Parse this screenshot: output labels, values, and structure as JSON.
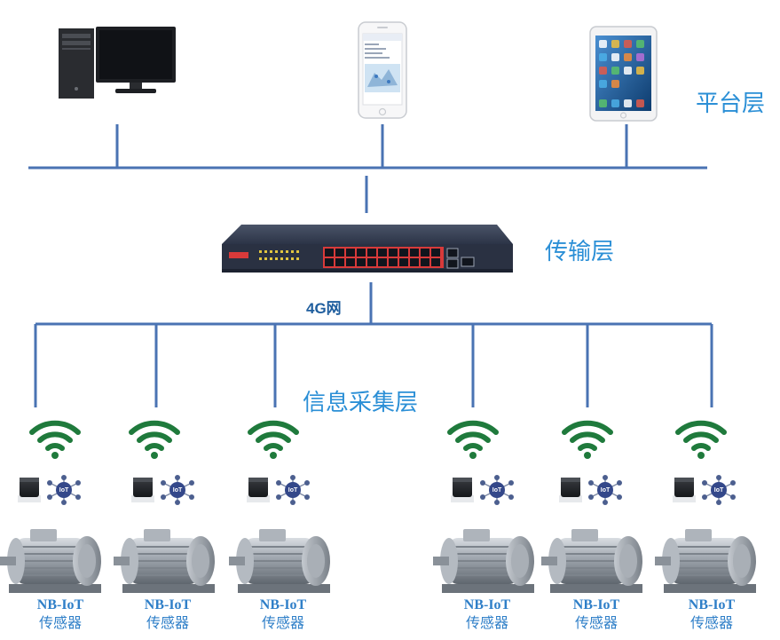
{
  "layers": {
    "platform": "平台层",
    "transport": "传输层",
    "collection": "信息采集层"
  },
  "network": {
    "label": "4G网"
  },
  "sensors": [
    {
      "line1": "NB-IoT",
      "line2": "传感器"
    },
    {
      "line1": "NB-IoT",
      "line2": "传感器"
    },
    {
      "line1": "NB-IoT",
      "line2": "传感器"
    },
    {
      "line1": "NB-IoT",
      "line2": "传感器"
    },
    {
      "line1": "NB-IoT",
      "line2": "传感器"
    },
    {
      "line1": "NB-IoT",
      "line2": "传感器"
    }
  ],
  "iot_badge": "IoT",
  "colors": {
    "line": "#4a73b3",
    "label": "#2b8fd6",
    "wifi": "#1f7a3c",
    "switch_body": "#2c3447",
    "port_red": "#d83a3a"
  },
  "icons": {
    "desktop": "desktop-computer-icon",
    "phone": "smartphone-icon",
    "tablet": "tablet-icon",
    "switch": "network-switch-icon",
    "wifi": "wifi-icon",
    "motor": "electric-motor-icon",
    "sensor": "sensor-head-icon"
  }
}
